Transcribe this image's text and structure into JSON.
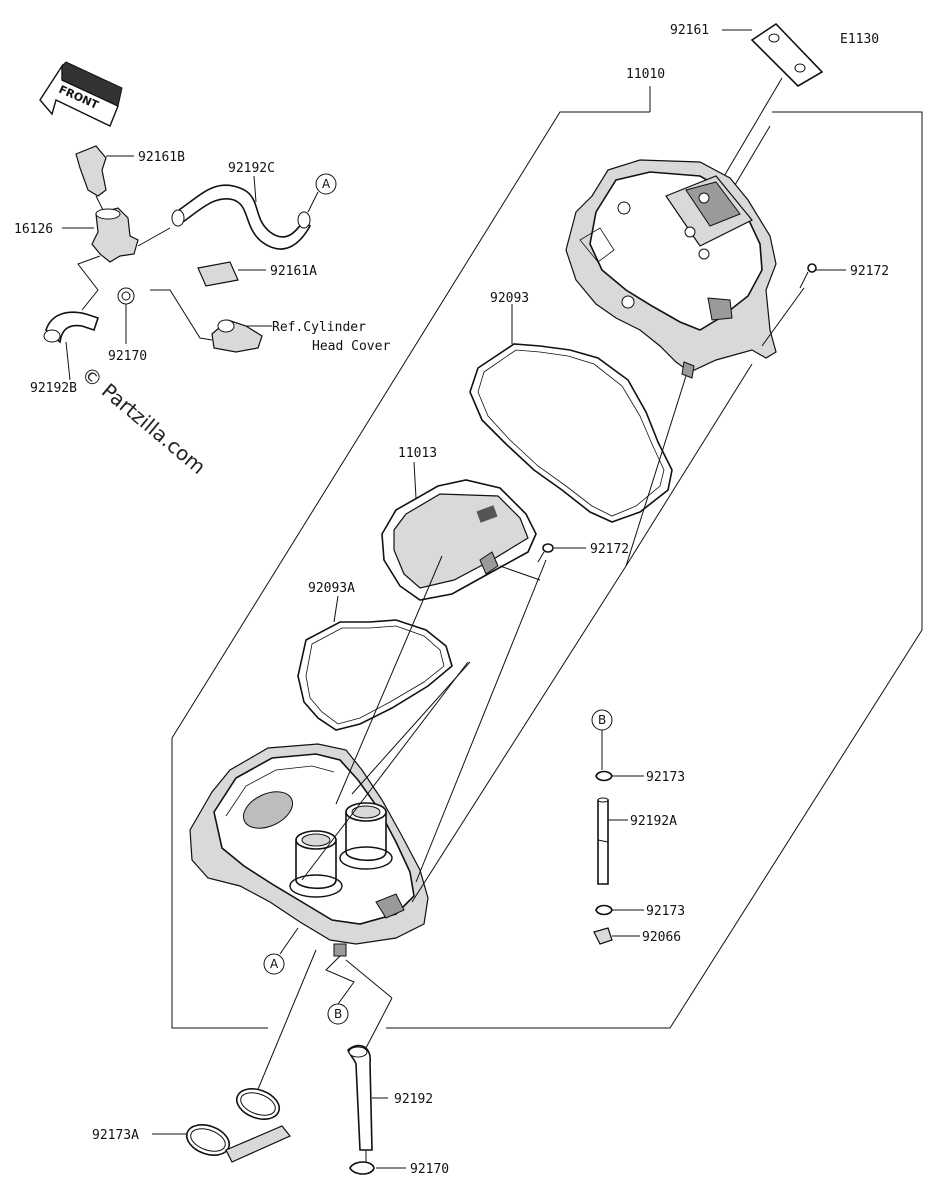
{
  "diagram_code": "E1130",
  "front_label": "FRONT",
  "watermark": "© Partzilla.com",
  "parts": {
    "p92161": "92161",
    "p11010": "11010",
    "p92161B": "92161B",
    "p92192C": "92192C",
    "p16126": "16126",
    "p92161A": "92161A",
    "p92172_top": "92172",
    "ref_line1": "Ref.Cylinder",
    "ref_line2": "Head Cover",
    "p92170_top": "92170",
    "p92192B": "92192B",
    "p92093": "92093",
    "p11013": "11013",
    "p92172_mid": "92172",
    "p92093A": "92093A",
    "p92173_a": "92173",
    "p92192A": "92192A",
    "p92173_b": "92173",
    "p92066": "92066",
    "p92192": "92192",
    "p92173A": "92173A",
    "p92170_bot": "92170"
  },
  "callouts": {
    "a_top": "A",
    "b_right": "B",
    "a_bottom": "A",
    "b_bottom": "B"
  }
}
